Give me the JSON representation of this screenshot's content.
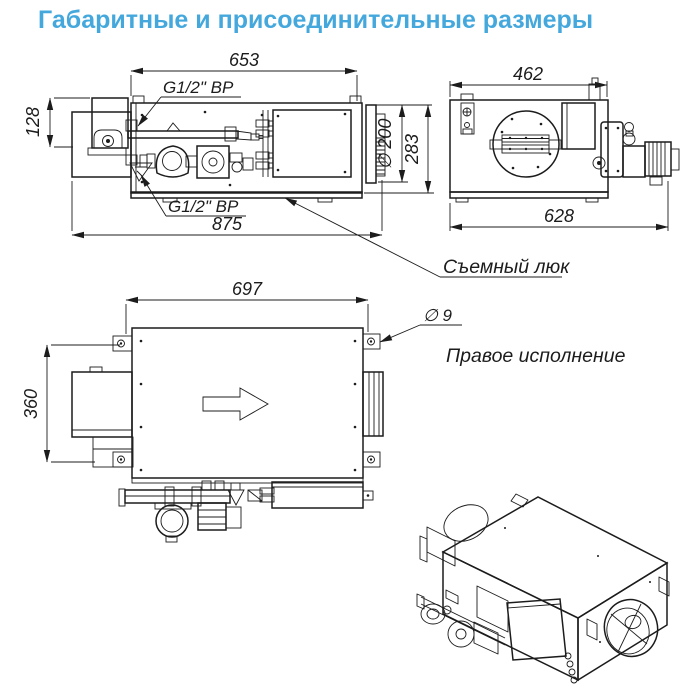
{
  "page_title": "Габаритные и присоединительные размеры",
  "colors": {
    "accent": "#45a8dd",
    "line": "#1c1c1c"
  },
  "side_view": {
    "width_top": "653",
    "width_overall": "875",
    "height_inlet": "128",
    "duct_diameter": "∅ 200",
    "height_overall": "283",
    "pipe_thread_top": "G1/2\" ВР",
    "pipe_thread_bottom": "G1/2\" ВР"
  },
  "end_view": {
    "width_top": "462",
    "depth_overall": "628"
  },
  "top_view": {
    "width_body": "697",
    "depth_body": "360",
    "mount_hole_diameter": "∅ 9"
  },
  "annotations": {
    "removable_hatch": "Съемный люк",
    "orientation": "Правое исполнение"
  }
}
